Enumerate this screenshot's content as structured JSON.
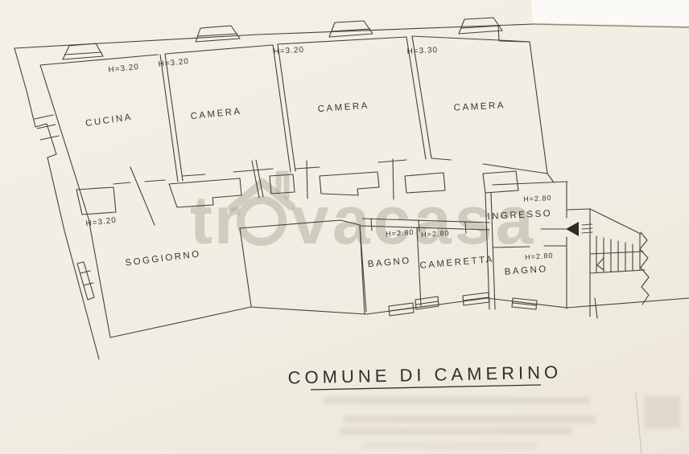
{
  "title": "COMUNE DI CAMERINO",
  "watermark": {
    "text": "trovacasa",
    "part_left": "tr",
    "part_right": "vacasa"
  },
  "rooms": [
    {
      "name": "CUCINA",
      "height": "H=3.20"
    },
    {
      "name": "CAMERA",
      "height": "H=3.20"
    },
    {
      "name": "CAMERA",
      "height": "H=3.20"
    },
    {
      "name": "CAMERA",
      "height": "H=3.30"
    },
    {
      "name": "SOGGIORNO",
      "height": "H=3.20"
    },
    {
      "name": "BAGNO",
      "height": "H=2.80"
    },
    {
      "name": "CAMERETTA",
      "height": "H=2.80"
    },
    {
      "name": "BAGNO",
      "height": "H=2.80"
    },
    {
      "name": "INGRESSO",
      "height": "H=2.80"
    }
  ],
  "colors": {
    "paper": "#f1ede2",
    "ink": "#45413a",
    "watermark": "#b0a999"
  },
  "faint_illegible_lines": 4
}
